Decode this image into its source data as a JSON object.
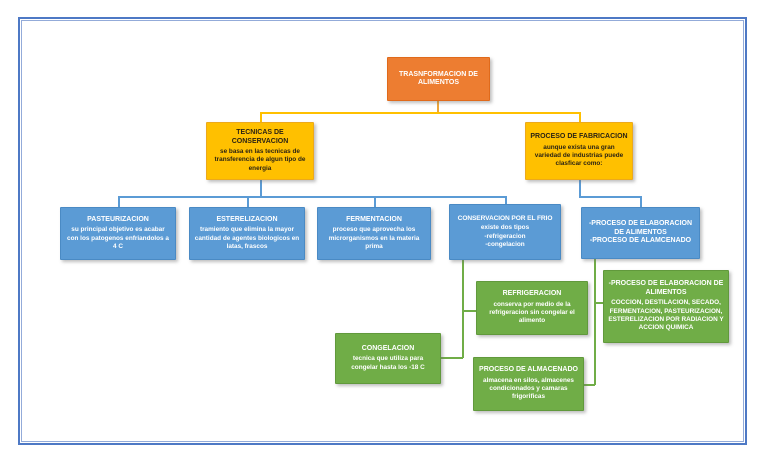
{
  "diagram": {
    "description": "Concept map about food transformation processes",
    "colors": {
      "root": "#ed7d31",
      "branch": "#ffc000",
      "level2": "#5b9bd5",
      "leaf": "#70ad47",
      "frame": "#4e79c5",
      "connector_yellow": "#ffc000",
      "connector_blue": "#5b9bd5",
      "connector_green": "#70ad47"
    },
    "nodes": {
      "root": {
        "title": "TRASNFORMACION DE ALIMENTOS"
      },
      "tecnicas": {
        "title": "TECNICAS DE CONSERVACION",
        "body": "se basa en las tecnicas de transferencia de algun tipo de energia"
      },
      "fabricacion": {
        "title": "PROCESO DE FABRICACION",
        "body": "aunque exista una gran variedad de industrias puede clasficar como:"
      },
      "pasteurizacion": {
        "title": "PASTEURIZACION",
        "body": "su principal objetivo es acabar con los patogenos enfriandolos a 4 C"
      },
      "esterelizacion": {
        "title": "ESTERELIZACION",
        "body": "tramiento que elimina la mayor cantidad de agentes biologicos en latas, frascos"
      },
      "fermentacion": {
        "title": "FERMENTACION",
        "body": "proceso que aprovecha los microrganismos en la materia prima"
      },
      "frio": {
        "title": "CONSERVACION POR EL FRIO",
        "body": "existe dos tipos\n-refrigeracion\n-congelacion"
      },
      "procesos": {
        "title": "-PROCESO DE ELABORACION DE ALIMENTOS\n-PROCESO DE ALAMCENADO"
      },
      "refrigeracion": {
        "title": "REFRIGERACION",
        "body": "conserva por medio de la refrigeracion sin congelar el alimento"
      },
      "elaboracion": {
        "title": "-PROCESO DE ELABORACION DE ALIMENTOS",
        "body": "COCCION, DESTILACION, SECADO, FERMENTACION, PASTEURIZACION, ESTERELIZACION POR RADIACION Y ACCION QUIMICA"
      },
      "congelacion": {
        "title": "CONGELACION",
        "body": "tecnica que utiliza para congelar hasta los -18 C"
      },
      "almacenado": {
        "title": "PROCESO DE ALMACENADO",
        "body": "almacena en silos, almacenes condicionados y camaras frigorificas"
      }
    }
  }
}
